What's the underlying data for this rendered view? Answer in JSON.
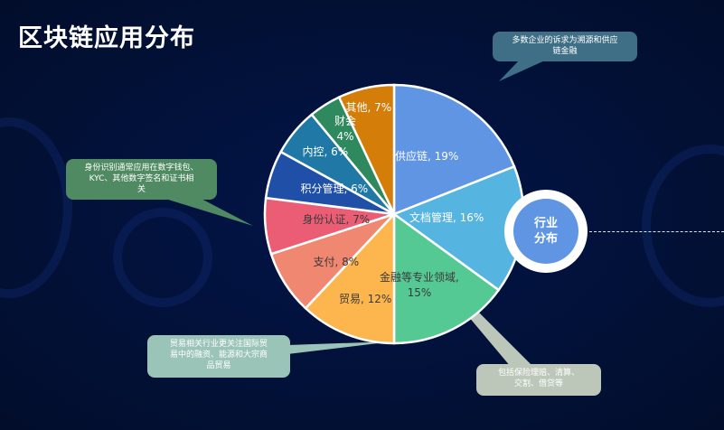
{
  "page": {
    "title": "区块链应用分布"
  },
  "badge": {
    "line1": "行业",
    "line2": "分布",
    "color": "#5f95e3"
  },
  "callouts": {
    "supply_chain": {
      "text": "多数企业的诉求为溯源和供应链金融",
      "line1": "多数企业的诉求为溯源和供应",
      "line2": "链金融",
      "color": "#3f6f86"
    },
    "identity": {
      "line1": "身份识别通常应用在数字钱包、",
      "line2": "KYC、其他数字签名和证书相",
      "line3": "关",
      "color": "#4f8a62"
    },
    "trade": {
      "line1": "贸易相关行业更关注国际贸",
      "line2": "易中的融资、能源和大宗商",
      "line3": "品贸易",
      "color": "#9bc4b8"
    },
    "finance": {
      "line1": "包括保险理赔、清算、",
      "line2": "交割、借贷等",
      "color": "#bcc7b9"
    }
  },
  "chart_data": {
    "type": "pie",
    "title": "区块链应用分布",
    "categories": [
      "供应链",
      "文档管理",
      "金融等专业领域",
      "贸易",
      "支付",
      "身份认证",
      "积分管理",
      "内控",
      "财会",
      "其他"
    ],
    "values": [
      19,
      16,
      15,
      12,
      8,
      7,
      6,
      6,
      4,
      7
    ],
    "unit": "%",
    "colors": [
      "#5f95e3",
      "#56b4e0",
      "#55c994",
      "#fdb54e",
      "#f08770",
      "#eb5d75",
      "#1f4fa7",
      "#1f78a6",
      "#2e8a5e",
      "#d47d08"
    ],
    "labels": [
      "供应链, 19%",
      "文档管理, 16%",
      "金融等专业领域,",
      "贸易, 12%",
      "支付, 8%",
      "身份认证, 7%",
      "积分管理, 6%",
      "内控, 6%",
      "财会",
      "其他, 7%"
    ],
    "label_extra": {
      "finance_pct": "15%",
      "accounting_pct": "4%"
    },
    "start_angle": "top",
    "direction": "clockwise",
    "legend": "none"
  }
}
